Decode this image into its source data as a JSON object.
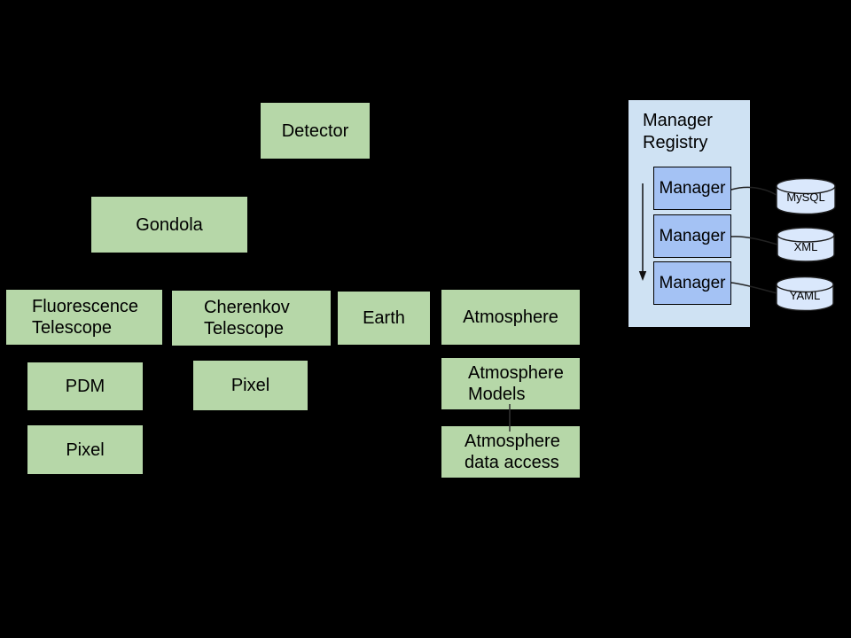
{
  "colors": {
    "background": "#000000",
    "node_fill": "#b6d7a8",
    "registry_panel_fill": "#cfe2f3",
    "manager_fill": "#a4c2f4",
    "database_fill": "#dae8fc",
    "outline": "#000000",
    "text": "#000000"
  },
  "nodes": {
    "detector": {
      "label": "Detector"
    },
    "gondola": {
      "label": "Gondola"
    },
    "fluorescence_telescope": {
      "line1": "Fluorescence",
      "line2": "Telescope"
    },
    "cherenkov_telescope": {
      "line1": "Cherenkov",
      "line2": "Telescope"
    },
    "earth": {
      "label": "Earth"
    },
    "atmosphere": {
      "label": "Atmosphere"
    },
    "pdm": {
      "label": "PDM"
    },
    "pixel_cherenkov": {
      "label": "Pixel"
    },
    "pixel_pdm": {
      "label": "Pixel"
    },
    "atmosphere_models": {
      "line1": "Atmosphere",
      "line2": "Models"
    },
    "atmosphere_data_access": {
      "line1": "Atmosphere",
      "line2": "data access"
    }
  },
  "manager_registry": {
    "title_line1": "Manager",
    "title_line2": "Registry",
    "managers": [
      {
        "label": "Manager"
      },
      {
        "label": "Manager"
      },
      {
        "label": "Manager"
      }
    ]
  },
  "data_stores": [
    {
      "label": "MySQL"
    },
    {
      "label": "XML"
    },
    {
      "label": "YAML"
    }
  ]
}
